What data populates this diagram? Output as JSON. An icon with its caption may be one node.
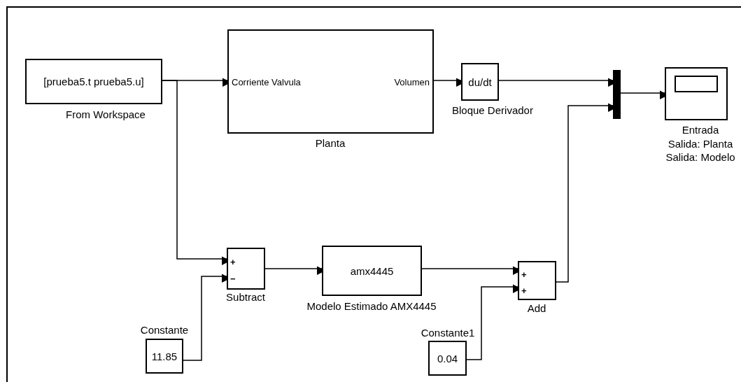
{
  "diagram": {
    "nodes": [
      {
        "text": [
          "[prueba5.t prueba5.u]"
        ],
        "beside": [
          "From Workspace"
        ]
      },
      {
        "text": [
          "Corriente Valvula",
          "Volumen"
        ],
        "beside": [
          "Planta"
        ]
      },
      {
        "text": [
          "du/dt"
        ],
        "beside": [
          "Bloque Derivador"
        ]
      },
      {
        "text": [],
        "shape": "bar"
      },
      {
        "text": [],
        "shape": "box",
        "beside": [
          "Entrada",
          "Salida: Planta",
          "Salida: Modelo"
        ]
      },
      {
        "text": [
          "+",
          "−"
        ],
        "beside": [
          "Subtract"
        ]
      },
      {
        "text": [
          "amx4445"
        ],
        "beside": [
          "Modelo Estimado AMX4445"
        ]
      },
      {
        "text": [
          "11.85"
        ],
        "beside": [
          "Constante"
        ]
      },
      {
        "text": [
          "+",
          "+"
        ],
        "beside": [
          "Add"
        ]
      },
      {
        "text": [
          "0.04"
        ],
        "beside": [
          "Constante1"
        ]
      }
    ],
    "edges": [
      {
        "from": 0,
        "to": 1,
        "arrow": "to"
      },
      {
        "from": 0,
        "to": 5,
        "arrow": "to"
      },
      {
        "from": 1,
        "to": 2,
        "arrow": "to"
      },
      {
        "from": 2,
        "to": 3,
        "arrow": "to"
      },
      {
        "from": 8,
        "to": 3,
        "arrow": "to"
      },
      {
        "from": 3,
        "to": 4,
        "arrow": "to"
      },
      {
        "from": 7,
        "to": 5,
        "arrow": "to"
      },
      {
        "from": 5,
        "to": 6,
        "arrow": "to"
      },
      {
        "from": 6,
        "to": 8,
        "arrow": "to"
      },
      {
        "from": 9,
        "to": 8,
        "arrow": "to"
      }
    ]
  }
}
